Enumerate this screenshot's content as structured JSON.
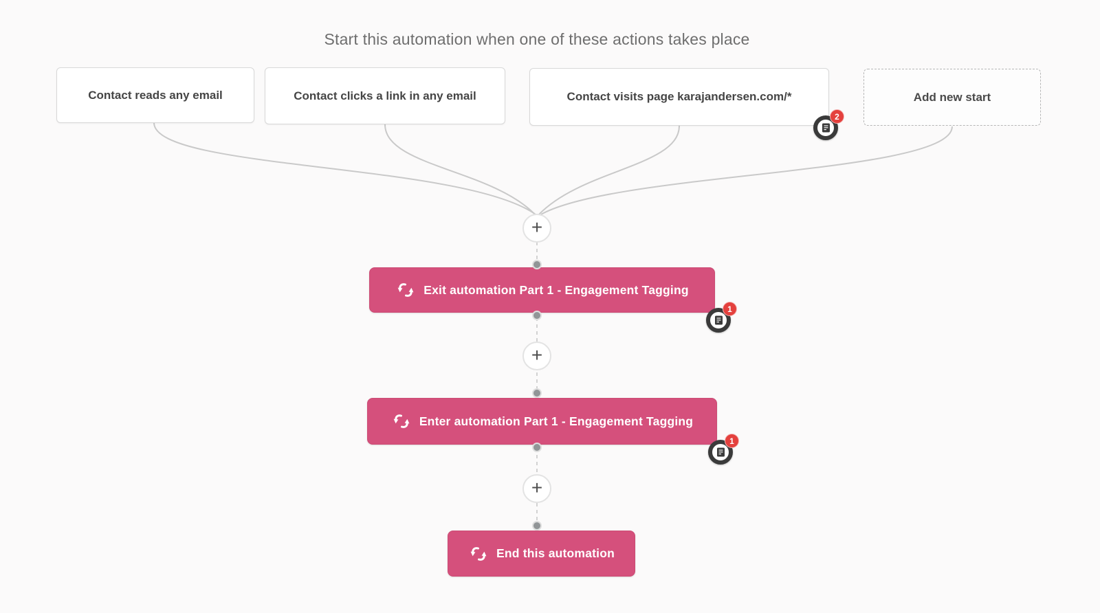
{
  "header": {
    "title": "Start this automation when one of these actions takes place"
  },
  "ui": {
    "plus": "+"
  },
  "triggers": [
    {
      "label": "Contact reads any email"
    },
    {
      "label": "Contact clicks a link in any email"
    },
    {
      "label": "Contact visits page karajandersen.com/*",
      "note_count": "2"
    },
    {
      "label": "Add new start"
    }
  ],
  "actions": [
    {
      "label": "Exit automation Part 1 - Engagement Tagging",
      "note_count": "1"
    },
    {
      "label": "Enter automation Part 1 - Engagement Tagging",
      "note_count": "1"
    },
    {
      "label": "End this automation"
    }
  ],
  "colors": {
    "action_block_pink": "#d5507c",
    "badge_red": "#e4403d",
    "wire_gray": "#c9c9c9",
    "background": "#fbfafa",
    "note_ring_dark": "#3a3a3a"
  }
}
